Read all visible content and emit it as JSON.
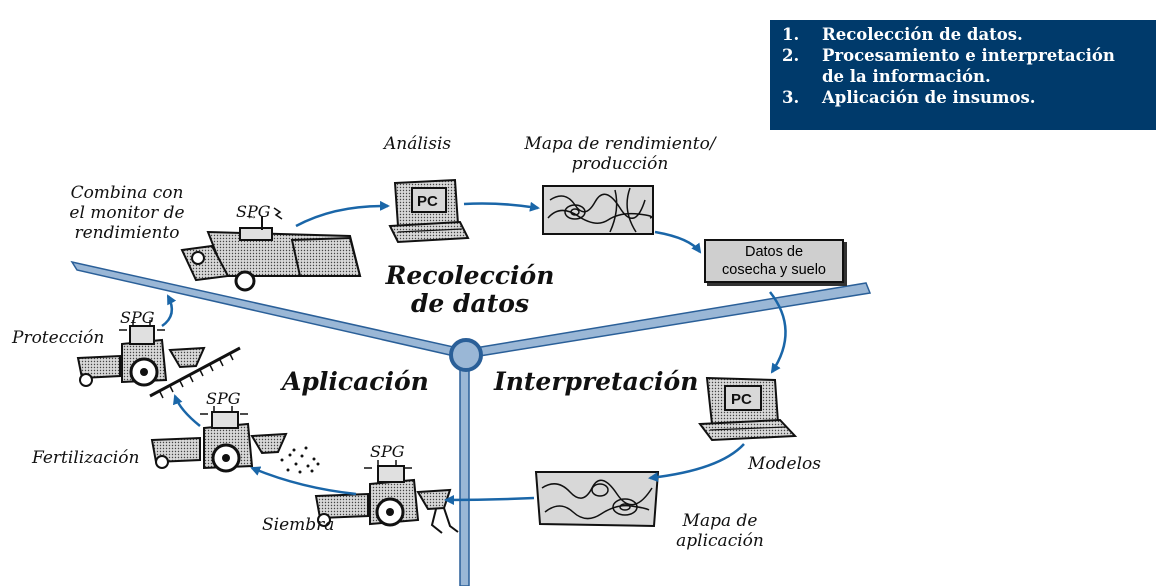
{
  "legend": {
    "items": [
      {
        "num": "1.",
        "text": "Recolección de datos."
      },
      {
        "num": "2.",
        "text": "Procesamiento e interpretación"
      },
      {
        "num": "",
        "text": "de la información."
      },
      {
        "num": "3.",
        "text": "Aplicación de insumos."
      }
    ]
  },
  "labels": {
    "analisis": "Análisis",
    "mapa_rend_1": "Mapa de rendimiento/",
    "mapa_rend_2": "producción",
    "combina_1": "Combina con",
    "combina_2": "el monitor de",
    "combina_3": "rendimiento",
    "datos_1": "Datos de",
    "datos_2": "cosecha y suelo",
    "proteccion": "Protección",
    "fertilizacion": "Fertilización",
    "siembra": "Siembra",
    "modelos": "Modelos",
    "mapa_apl_1": "Mapa de",
    "mapa_apl_2": "aplicación",
    "spg": "SPG",
    "pc": "PC"
  },
  "sections": {
    "recoleccion_1": "Recolección",
    "recoleccion_2": "de datos",
    "aplicacion": "Aplicación",
    "interpretacion": "Interpretación"
  },
  "colors": {
    "arrow": "#1a66a8",
    "axis_fill": "#9ab7d6",
    "axis_stroke": "#2a5f98",
    "legend_bg": "#003a6b"
  }
}
